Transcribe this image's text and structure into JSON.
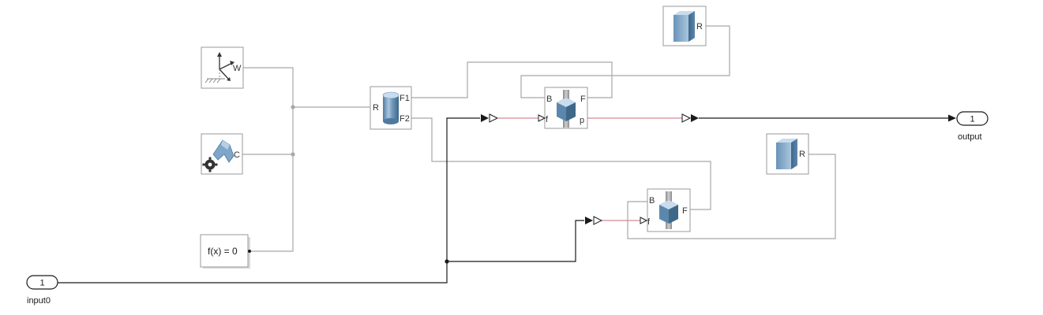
{
  "colors": {
    "physical_wire": "#a8a8a8",
    "signal_wire": "#1a1a1a",
    "ps_signal_wire": "#d48a94",
    "block_body": "#5b87ad",
    "block_highlight": "#a9c6de"
  },
  "blocks": {
    "world_frame": {
      "icon": "world-frame-icon",
      "port_w": "W"
    },
    "mechanism_config": {
      "icon": "mechanism-configuration-icon",
      "port_c": "C"
    },
    "solver_config": {
      "label": "f(x) = 0"
    },
    "rigid_transform": {
      "icon": "rigid-transform-icon",
      "port_r": "R",
      "port_f1": "F1",
      "port_f2": "F2"
    },
    "solid_top": {
      "icon": "solid-block-icon",
      "port_r": "R"
    },
    "solid_right": {
      "icon": "solid-block-icon",
      "port_r": "R"
    },
    "prismatic_top": {
      "icon": "prismatic-joint-icon",
      "port_b": "B",
      "port_f": "F",
      "port_input_f": "f",
      "port_output_p": "p"
    },
    "prismatic_bottom": {
      "icon": "prismatic-joint-icon",
      "port_b": "B",
      "port_f": "F",
      "port_input_f": "f"
    }
  },
  "ports": {
    "input": {
      "number": "1",
      "name": "input0"
    },
    "output": {
      "number": "1",
      "name": "output"
    }
  }
}
